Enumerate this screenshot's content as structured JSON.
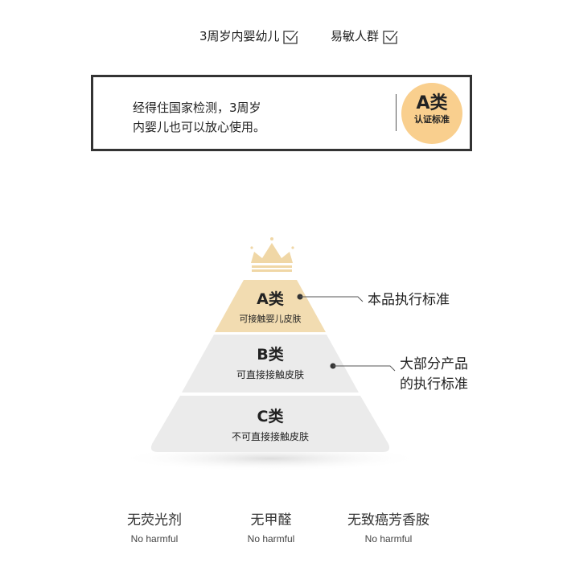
{
  "tags": [
    {
      "label": "3周岁内婴幼儿",
      "icon": "checkbox-checked-icon"
    },
    {
      "label": "易敏人群",
      "icon": "checkbox-checked-icon"
    }
  ],
  "info_box": {
    "line1": "经得住国家检测，3周岁",
    "line2": "内婴儿也可以放心使用。",
    "badge_title": "A类",
    "badge_sub": "认证标准"
  },
  "colors": {
    "gold": "#f9cf8e",
    "tier_a": "#f2dcb1",
    "tier_grey": "#ebebeb",
    "crown": "#f0d7a6"
  },
  "pyramid": {
    "tiers": [
      {
        "title": "A类",
        "sub": "可接触婴儿皮肤"
      },
      {
        "title": "B类",
        "sub": "可直接接触皮肤"
      },
      {
        "title": "C类",
        "sub": "不可直接接触皮肤"
      }
    ],
    "notes": {
      "a": "本品执行标准",
      "b_line1": "大部分产品",
      "b_line2": "的执行标准"
    }
  },
  "features": [
    {
      "title": "无荧光剂",
      "sub": "No harmful"
    },
    {
      "title": "无甲醛",
      "sub": "No harmful"
    },
    {
      "title": "无致癌芳香胺",
      "sub": "No harmful"
    }
  ]
}
